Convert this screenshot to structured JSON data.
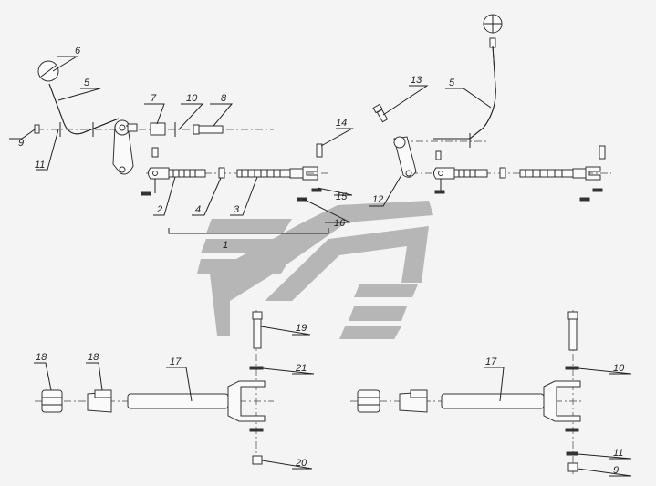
{
  "diagram": {
    "callouts": {
      "c1": "1",
      "c2": "2",
      "c3": "3",
      "c4": "4",
      "c5a": "5",
      "c5b": "5",
      "c6": "6",
      "c7": "7",
      "c8": "8",
      "c9a": "9",
      "c9b": "9",
      "c10a": "10",
      "c10b": "10",
      "c11a": "11",
      "c11b": "11",
      "c12": "12",
      "c13": "13",
      "c14": "14",
      "c15": "15",
      "c16": "16",
      "c17a": "17",
      "c17b": "17",
      "c18a": "18",
      "c18b": "18",
      "c19": "19",
      "c20": "20",
      "c21": "21"
    },
    "colors": {
      "line": "#222222",
      "watermark": "#b6b6b6",
      "background": "#f4f4f4"
    }
  }
}
